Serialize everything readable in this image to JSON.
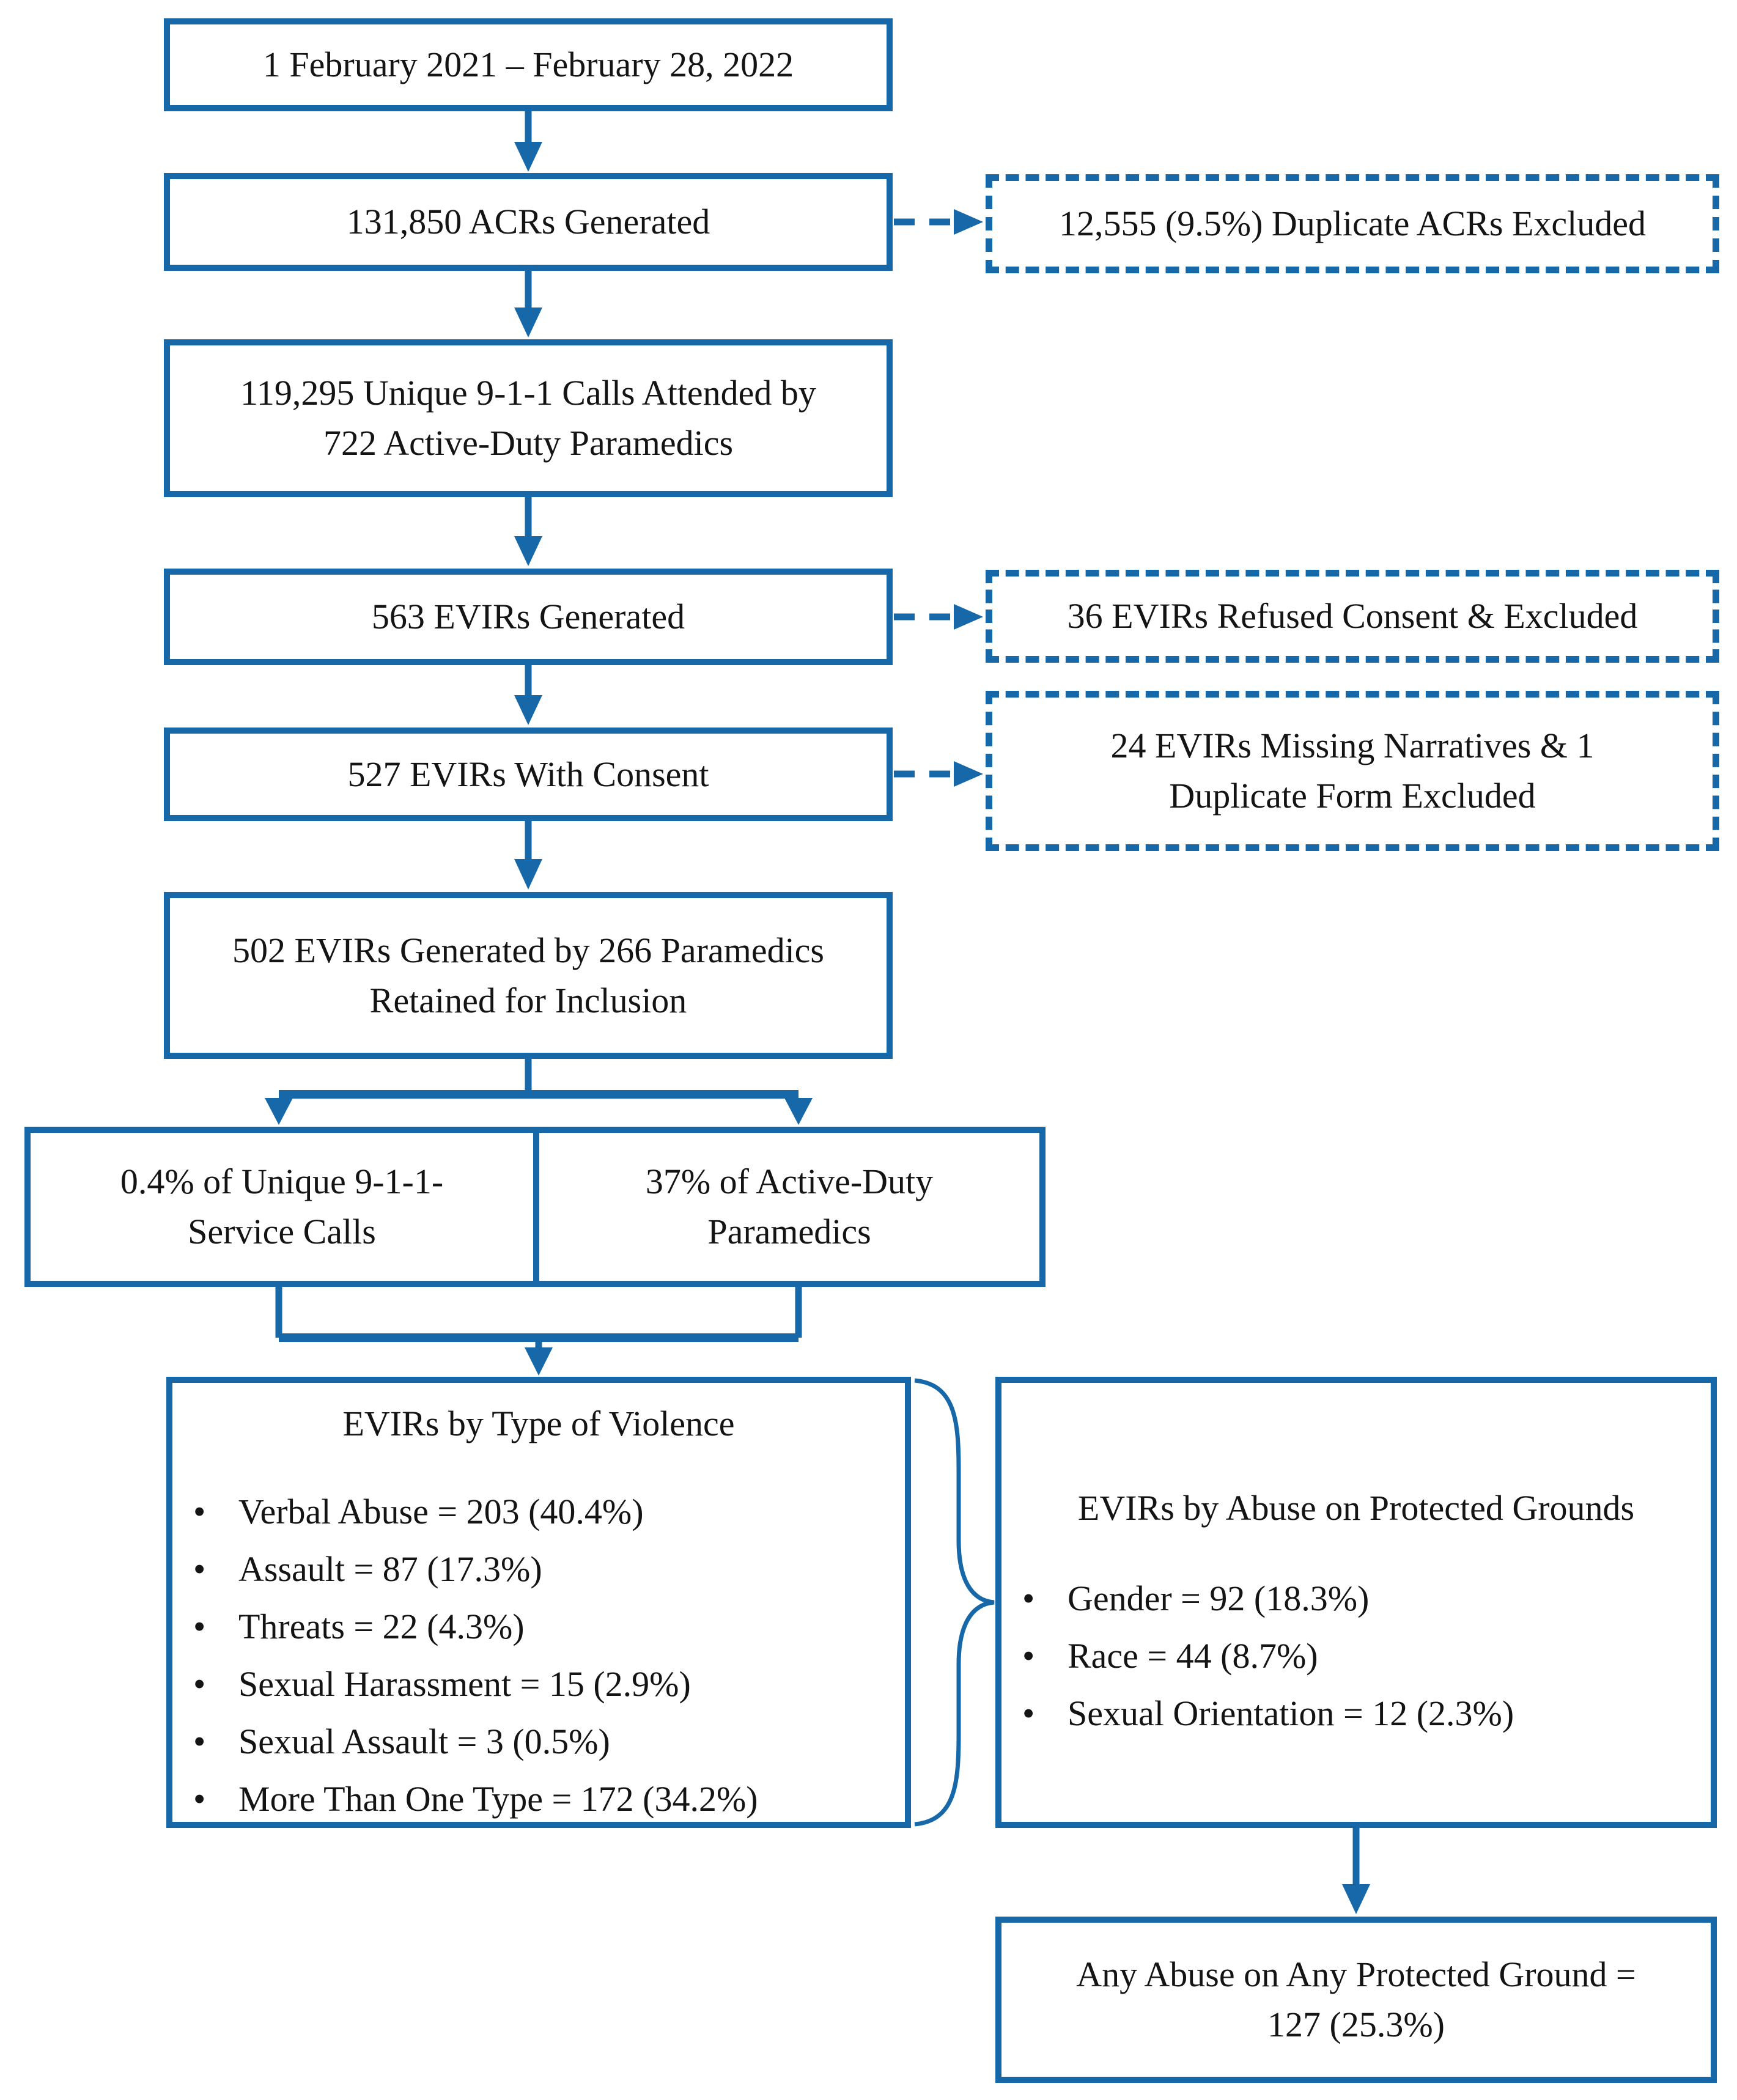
{
  "colors": {
    "line": "#1768a9",
    "text": "#141414"
  },
  "boxes": {
    "date_range": {
      "label": "1 February 2021 – February 28, 2022"
    },
    "acrs": {
      "label": "131,850 ACRs Generated"
    },
    "calls": {
      "line1": "119,295 Unique 9-1-1 Calls Attended by",
      "line2": "722 Active-Duty Paramedics"
    },
    "evirs": {
      "label": "563 EVIRs Generated"
    },
    "consent": {
      "label": "527 EVIRs With Consent"
    },
    "retained": {
      "line1": "502 EVIRs Generated by 266 Paramedics",
      "line2": "Retained for Inclusion"
    },
    "pct_calls": {
      "line1": "0.4% of Unique 9-1-1-",
      "line2": "Service Calls"
    },
    "pct_medics": {
      "line1": "37% of Active-Duty",
      "line2": "Paramedics"
    }
  },
  "exclusions": {
    "duplicates": {
      "label": "12,555 (9.5%) Duplicate ACRs Excluded"
    },
    "refused": {
      "label": "36 EVIRs Refused Consent & Excluded"
    },
    "missing": {
      "line1": "24 EVIRs Missing Narratives & 1",
      "line2": "Duplicate Form Excluded"
    }
  },
  "violence": {
    "title": "EVIRs by Type of Violence",
    "items": [
      "Verbal Abuse = 203 (40.4%)",
      "Assault = 87 (17.3%)",
      "Threats = 22 (4.3%)",
      "Sexual Harassment = 15 (2.9%)",
      "Sexual Assault = 3 (0.5%)",
      "More Than One Type = 172 (34.2%)"
    ]
  },
  "grounds": {
    "title": "EVIRs by Abuse on Protected Grounds",
    "items": [
      "Gender = 92 (18.3%)",
      "Race = 44 (8.7%)",
      "Sexual Orientation = 12 (2.3%)"
    ]
  },
  "summary": {
    "any_ground": {
      "line1": "Any Abuse on Any Protected Ground =",
      "line2": "127 (25.3%)"
    }
  }
}
